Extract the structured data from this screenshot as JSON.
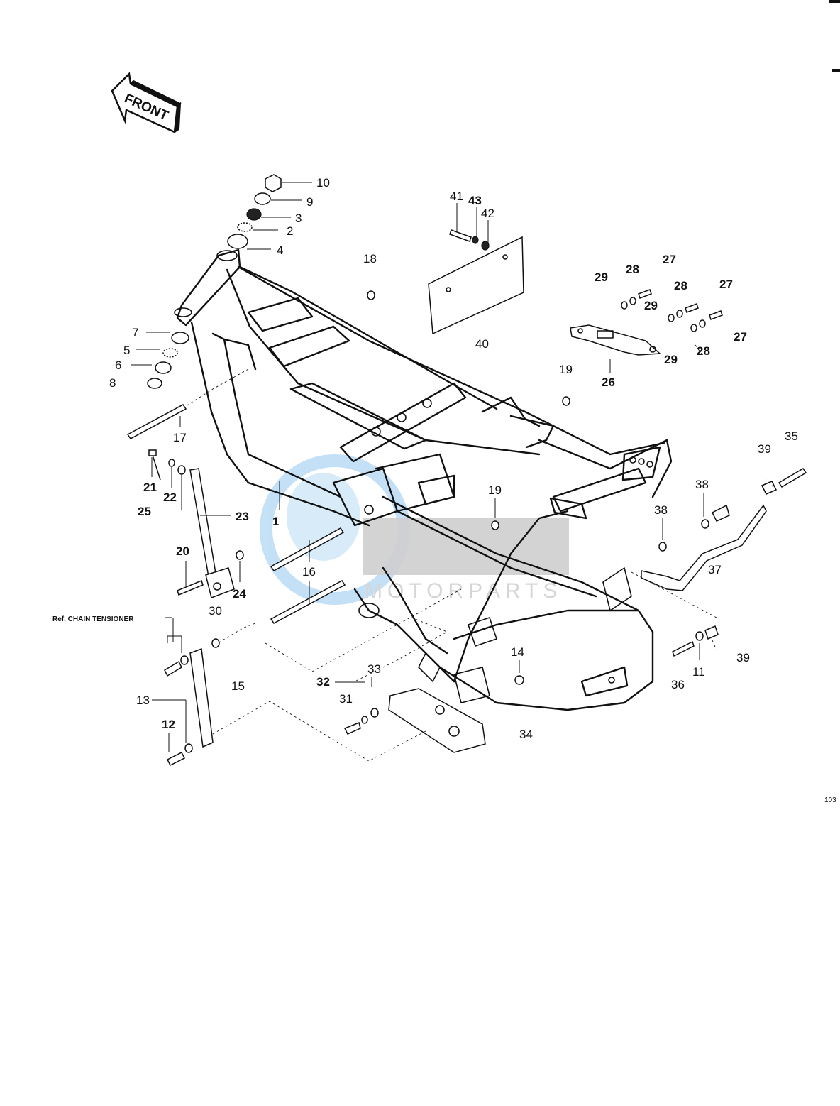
{
  "diagram": {
    "front_arrow_label": "FRONT",
    "ref_label": "Ref. CHAIN TENSIONER",
    "page_number": "103",
    "watermark": "MOTORPARTS",
    "callouts": [
      "10",
      "9",
      "3",
      "2",
      "4",
      "7",
      "5",
      "6",
      "8",
      "17",
      "21",
      "22",
      "25",
      "23",
      "1",
      "20",
      "24",
      "16",
      "30",
      "13",
      "12",
      "15",
      "32",
      "33",
      "31",
      "14",
      "34",
      "18",
      "41",
      "43",
      "42",
      "40",
      "19",
      "19",
      "29",
      "28",
      "27",
      "28",
      "27",
      "29",
      "26",
      "29",
      "28",
      "27",
      "35",
      "39",
      "38",
      "38",
      "37",
      "39",
      "36",
      "11"
    ]
  }
}
